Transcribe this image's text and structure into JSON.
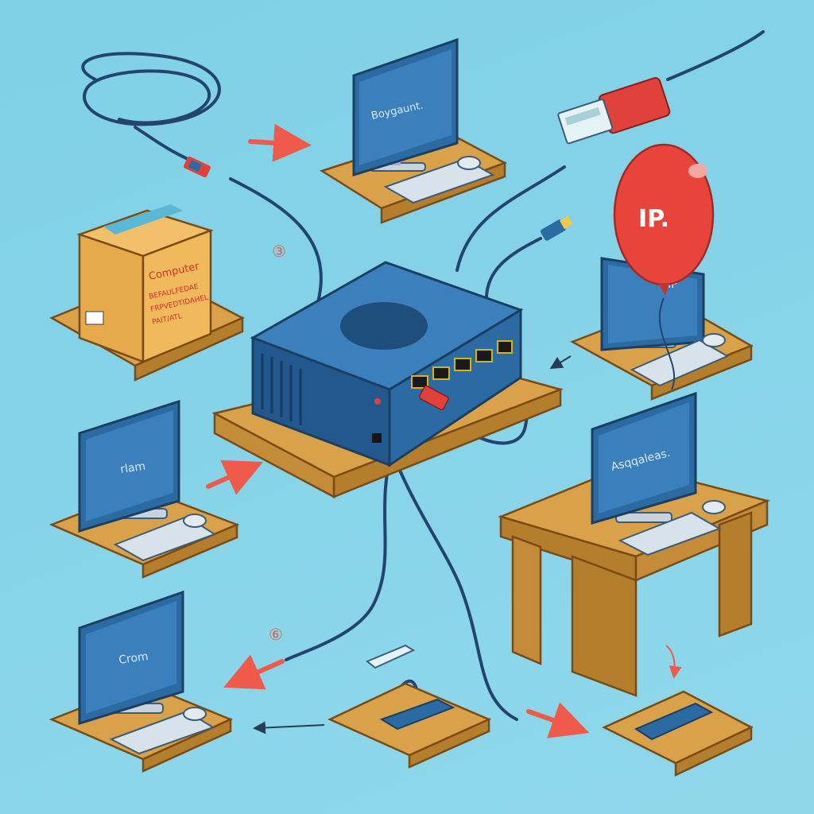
{
  "screens": {
    "top_center": "Boygaunt.",
    "middle_left": "rlam",
    "bottom_left": "Crom",
    "right_desk": "Asqqaleas.",
    "right_middle": "IP"
  },
  "box": {
    "title": "Computer",
    "lines": [
      "BEFAULFEDAE",
      "FRPVEDTIDAHEL",
      "PAIT/ATL"
    ]
  },
  "balloon": {
    "text": "IP."
  },
  "markers": {
    "upper": "③",
    "lower": "⑥"
  },
  "colors": {
    "background": "#86d3e9",
    "device_blue": "#2c6aa3",
    "wood": "#d9a24a",
    "cable": "#24436f",
    "connector_red": "#e0413a",
    "arrow": "#ef5a4a",
    "balloon": "#e8443b"
  }
}
